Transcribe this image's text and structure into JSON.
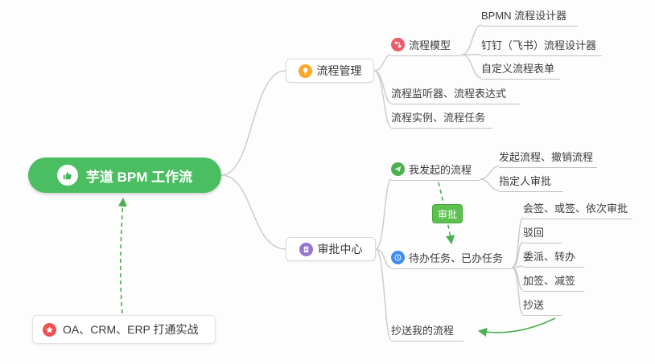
{
  "root": {
    "label": "芋道 BPM 工作流"
  },
  "practice_note": {
    "label": "OA、CRM、ERP 打通实战"
  },
  "badge": {
    "label": "审批"
  },
  "process_management": {
    "label": "流程管理",
    "children": {
      "process_model": {
        "label": "流程模型"
      },
      "bpmn_designer": {
        "label": "BPMN 流程设计器"
      },
      "dingtalk_designer": {
        "label": "钉钉（飞书）流程设计器"
      },
      "custom_form": {
        "label": "自定义流程表单"
      },
      "listener_expression": {
        "label": "流程监听器、流程表达式"
      },
      "instance_task": {
        "label": "流程实例、流程任务"
      }
    }
  },
  "approval_center": {
    "label": "审批中心",
    "children": {
      "my_initiated": {
        "label": "我发起的流程"
      },
      "initiate_cancel": {
        "label": "发起流程、撤销流程"
      },
      "assignee_approval": {
        "label": "指定人审批"
      },
      "todo_done": {
        "label": "待办任务、已办任务"
      },
      "countersign": {
        "label": "会签、或签、依次审批"
      },
      "reject": {
        "label": "驳回"
      },
      "delegate_transfer": {
        "label": "委派、转办"
      },
      "add_remove_sign": {
        "label": "加签、减签"
      },
      "cc": {
        "label": "抄送"
      },
      "cc_my_process": {
        "label": "抄送我的流程"
      }
    }
  },
  "icons": {
    "root": "thumbs-up-icon",
    "process_management": "lightbulb-icon",
    "approval_center": "document-icon",
    "process_model": "flow-icon",
    "my_initiated": "paper-plane-icon",
    "todo_done": "clock-icon",
    "practice_note": "star-icon"
  },
  "colors": {
    "root_bg": "#4BBE62",
    "lightbulb_icon_bg": "#FFA726",
    "approval_icon_bg": "#9575CD",
    "model_icon_bg": "#EF5B6B",
    "initiated_icon_bg": "#4CAF50",
    "todo_icon_bg": "#3E8EF0",
    "star_icon_bg": "#EF5350",
    "badge_bg": "#5CC14F",
    "connector": "#CDCDCD",
    "arrow_green": "#4CAF50"
  }
}
